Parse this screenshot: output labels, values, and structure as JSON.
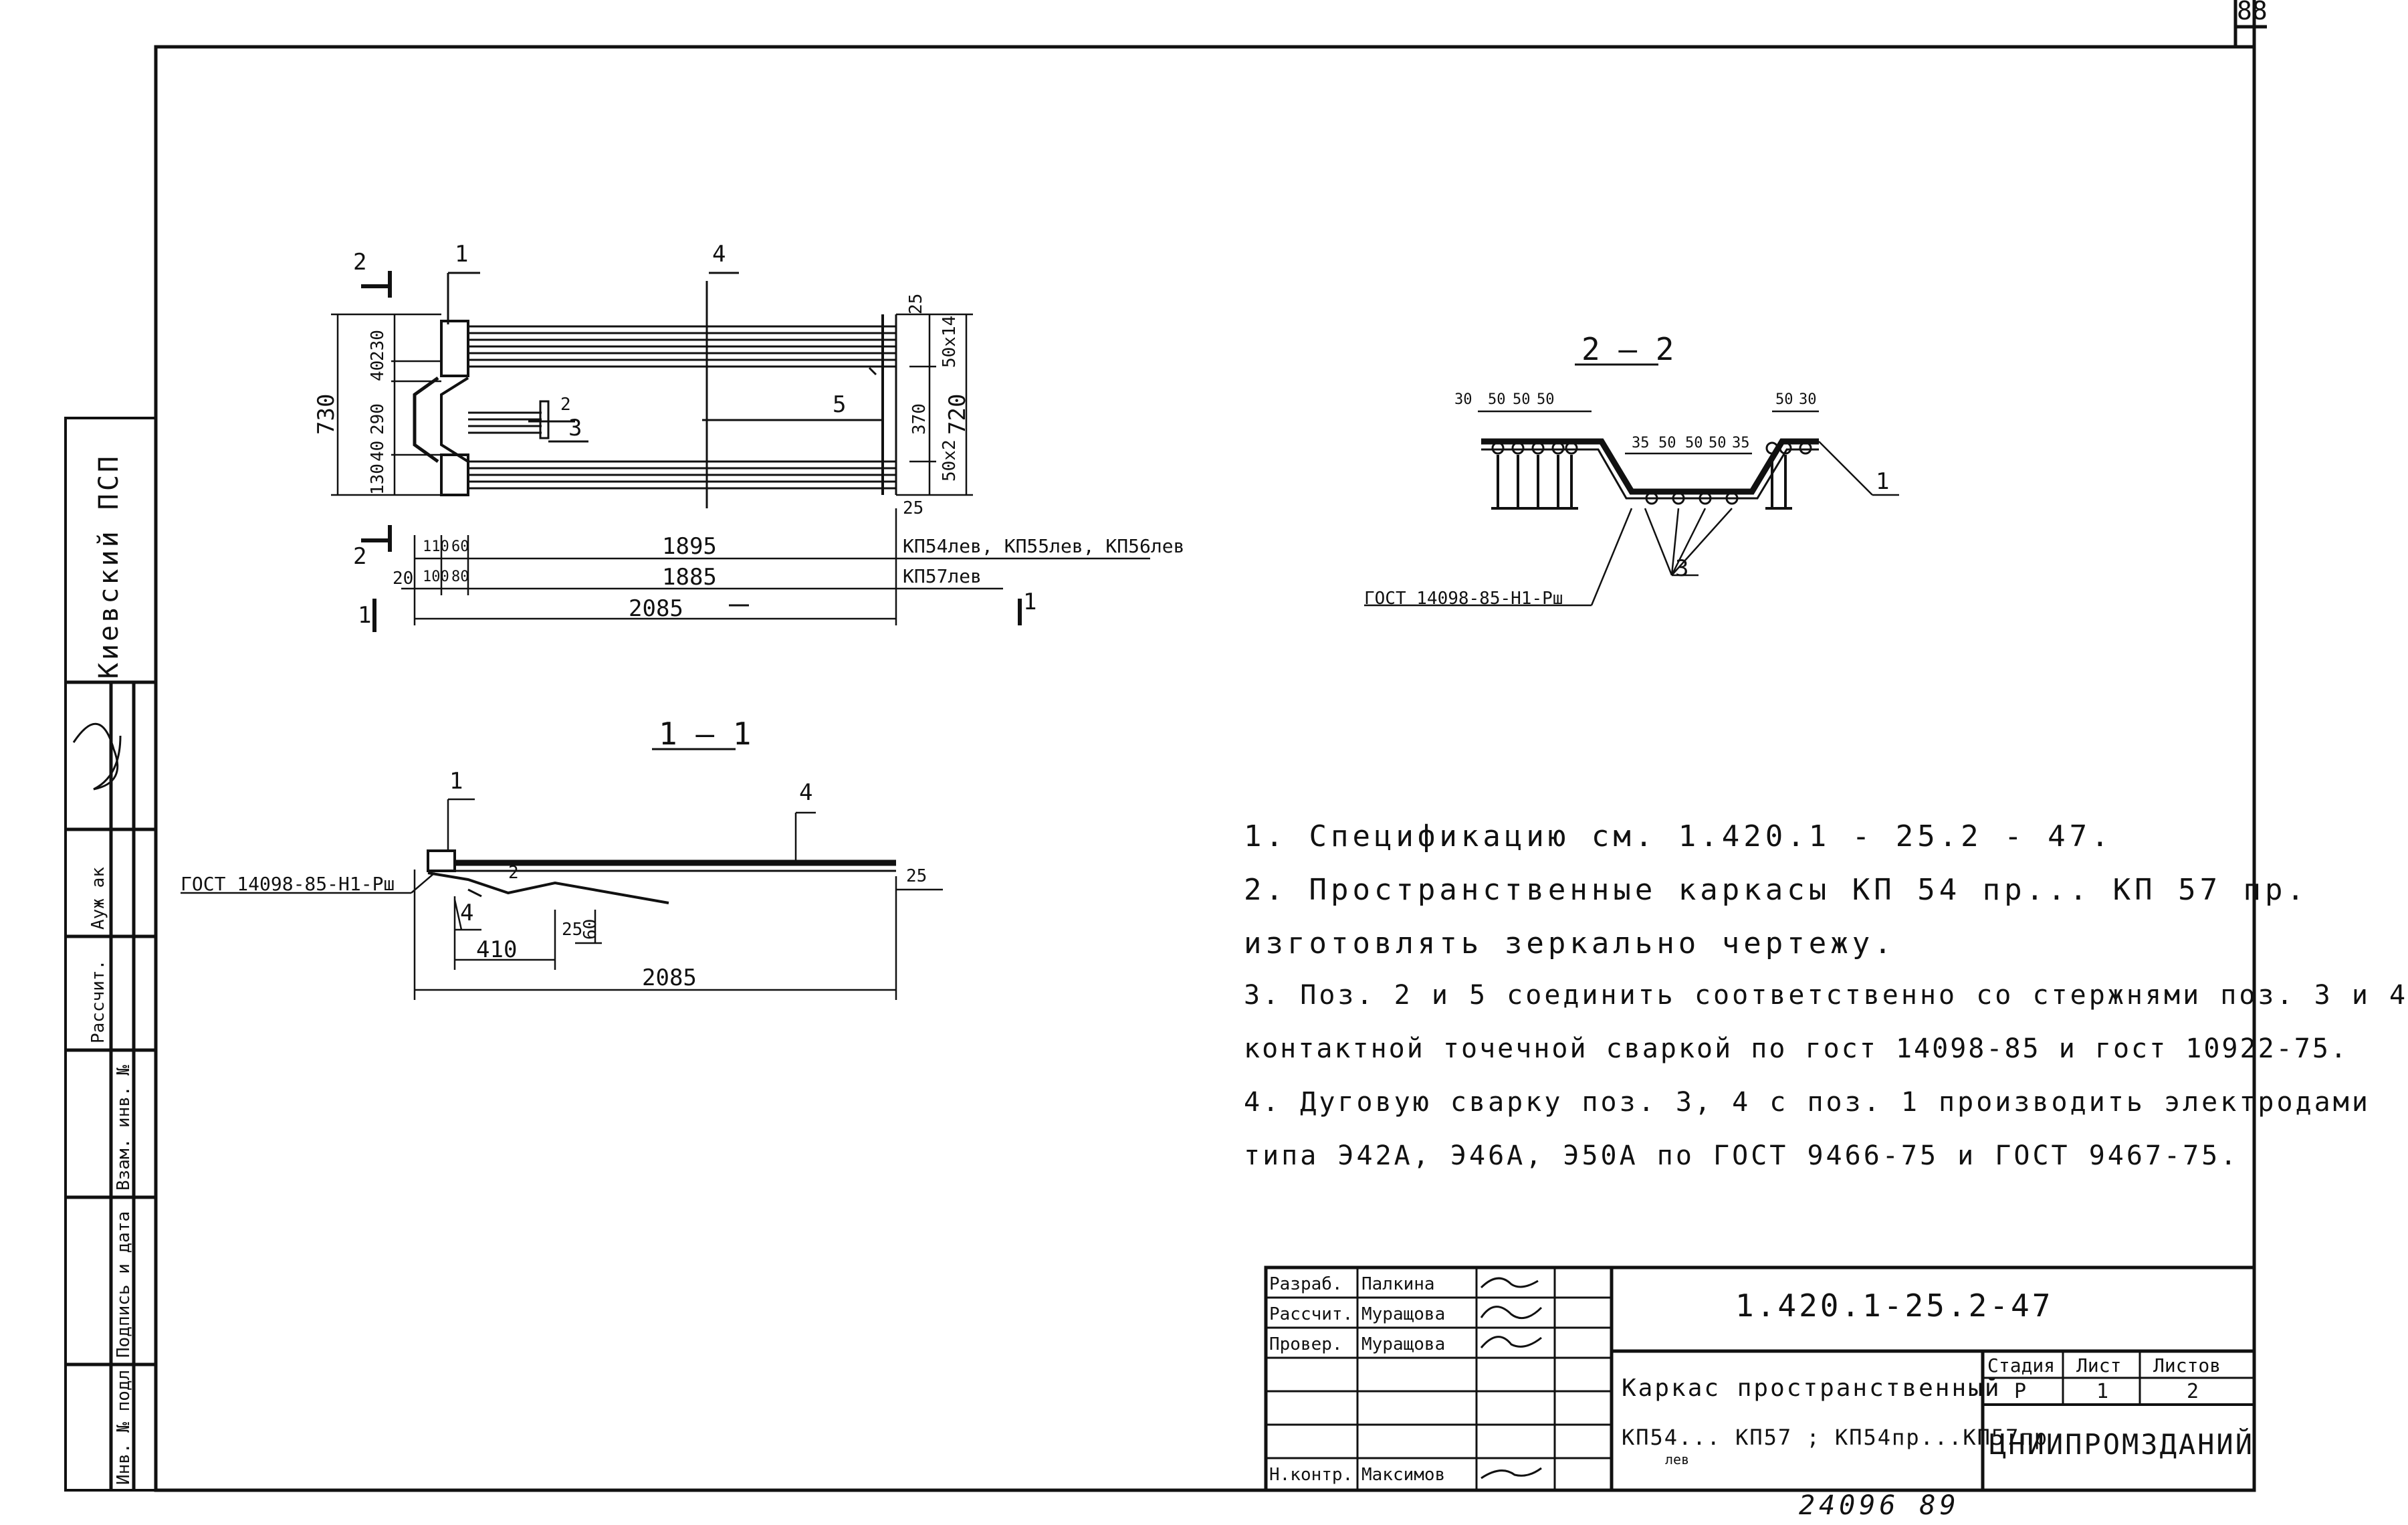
{
  "sheet_number": "88",
  "left_strip": {
    "org": "Киевский   ПСП",
    "role_label": "Рассчит.",
    "role_name": "Ауж ак",
    "field1": "Взам. инв. №",
    "field2": "Подпись и дата",
    "field3": "Инв. № подл."
  },
  "plan": {
    "dims_vertical_left": [
      "730",
      "130",
      "40",
      "290",
      "40",
      "230"
    ],
    "dims_vertical_right": [
      "25",
      "50x14",
      "370",
      "720",
      "50x2",
      "25"
    ],
    "dims_horizontal": [
      "20",
      "100",
      "80",
      "110",
      "60",
      "1895",
      "1885",
      "2085"
    ],
    "marks_left": "КП54лев, КП55лев, КП56лев",
    "marks_right": "КП57лев",
    "callouts": [
      "1",
      "4",
      "5",
      "2",
      "3"
    ],
    "section_2_left": "2",
    "section_2_right": "2",
    "section_1_left": "1",
    "section_1_right": "1"
  },
  "section_22": {
    "title": "2 – 2",
    "dims_top": [
      "30",
      "50",
      "50",
      "50",
      "50",
      "30",
      "35",
      "50",
      "50",
      "50",
      "35"
    ],
    "label_1": "1",
    "label_3": "3",
    "gost": "ГОСТ 14098-85-Н1-Рш"
  },
  "section_11": {
    "title": "1 — 1",
    "gost": "ГОСТ 14098-85-Н1-Рш",
    "callouts": [
      "1",
      "4",
      "2",
      "4"
    ],
    "dims": [
      "25",
      "60",
      "25",
      "410",
      "2085"
    ]
  },
  "notes": [
    "1. Спецификацию   см.   1.420.1 - 25.2 - 47.",
    "2. Пространственные   каркасы   КП 54 пр...  КП 57 пр.",
    "   изготовлять   зеркально   чертежу.",
    "3. Поз.  2 и 5  соединить  соответственно со стержнями поз. 3 и 4",
    "   контактной точечной сваркой   по гост   14098-85  и гост 10922-75.",
    "4. Дуговую   сварку  поз. 3, 4 с поз. 1 производить   электродами",
    "   типа   Э42А, Э46А, Э50А   по ГОСТ 9466-75  и  ГОСТ 9467-75."
  ],
  "title_block": {
    "doc_number": "1.420.1-25.2-47",
    "rows": [
      {
        "role": "Разраб.",
        "name": "Палкина"
      },
      {
        "role": "Рассчит.",
        "name": "Муращова"
      },
      {
        "role": "Провер.",
        "name": "Муращова"
      },
      {
        "role": "",
        "name": ""
      },
      {
        "role": "",
        "name": ""
      },
      {
        "role": "",
        "name": ""
      },
      {
        "role": "Н.контр.",
        "name": "Максимов"
      }
    ],
    "title_line1": "Каркас   пространственный",
    "title_line2": "КП54...  КП57 ; КП54пр...КП57пр",
    "title_sub_lev": "лев",
    "stage_header": "Стадия",
    "sheet_header": "Лист",
    "sheets_header": "Листов",
    "stage": "Р",
    "sheet": "1",
    "sheets": "2",
    "org": "ЦНИИПРОМЗДАНИЙ"
  },
  "bottom_number": "24096   89"
}
